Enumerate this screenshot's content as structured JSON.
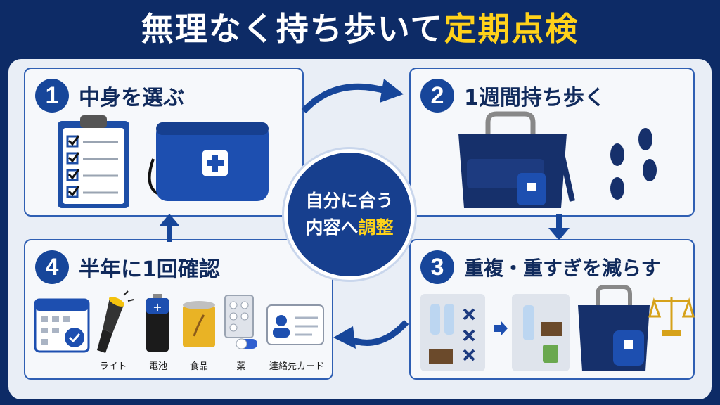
{
  "title": {
    "main": "無理なく持ち歩いて",
    "highlight": "定期点検"
  },
  "center": {
    "line1": "自分に合う",
    "line2_main": "内容へ",
    "line2_highlight": "調整"
  },
  "steps": [
    {
      "num": "1",
      "title": "中身を選ぶ"
    },
    {
      "num": "2",
      "title": "1週間持ち歩く"
    },
    {
      "num": "3",
      "title": "重複・重すぎを減らす"
    },
    {
      "num": "4",
      "title": "半年に1回確認"
    }
  ],
  "step4_items": [
    "ライト",
    "電池",
    "食品",
    "薬",
    "連絡先カード"
  ],
  "colors": {
    "navy": "#0d2b66",
    "blue": "#17469a",
    "yellow": "#ffd21a",
    "accent": "#2f5fb3"
  }
}
